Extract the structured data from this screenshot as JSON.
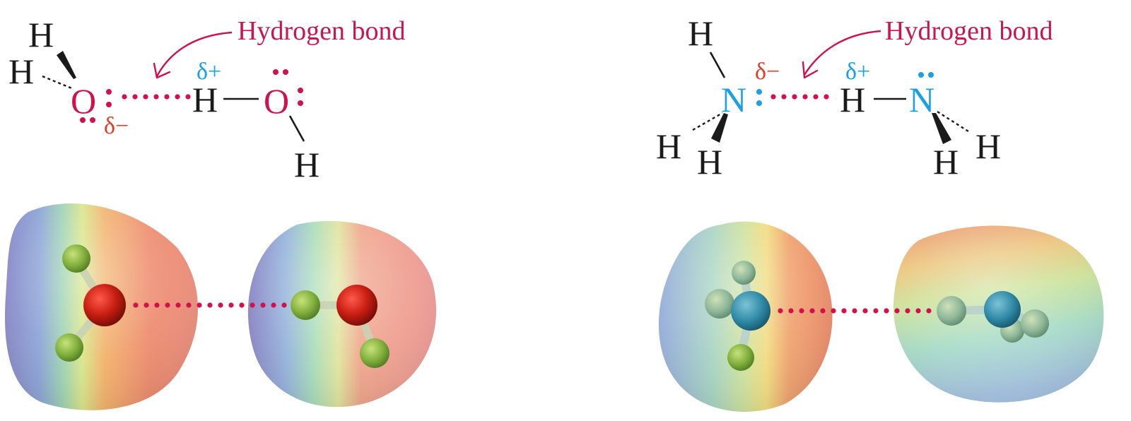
{
  "water": {
    "label": "Hydrogen bond",
    "oxygen": "O",
    "hydrogen": "H",
    "delta_minus": "δ−",
    "delta_plus": "δ+"
  },
  "ammonia": {
    "label": "Hydrogen bond",
    "nitrogen": "N",
    "hydrogen": "H",
    "delta_minus": "δ−",
    "delta_plus": "δ+"
  },
  "colors": {
    "oxygen": "#d0114b",
    "nitrogen": "#1aa0e3",
    "delta_minus": "#d9402a",
    "hydrogen_bond": "#d0114b",
    "bonds": "#1a1a1a"
  }
}
